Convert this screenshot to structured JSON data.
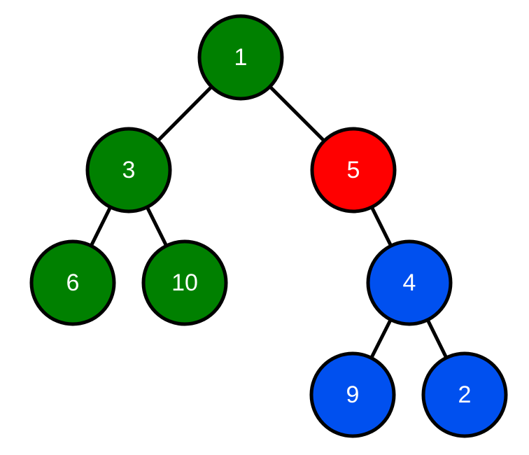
{
  "tree": {
    "colors": {
      "green": "#008000",
      "red": "#ff0000",
      "blue": "#0050ef",
      "outline": "#000000",
      "label": "#ffffff"
    },
    "nodes": [
      {
        "id": "n1",
        "label": "1",
        "color": "green"
      },
      {
        "id": "n3",
        "label": "3",
        "color": "green"
      },
      {
        "id": "n5",
        "label": "5",
        "color": "red"
      },
      {
        "id": "n6",
        "label": "6",
        "color": "green"
      },
      {
        "id": "n10",
        "label": "10",
        "color": "green"
      },
      {
        "id": "n4",
        "label": "4",
        "color": "blue"
      },
      {
        "id": "n9",
        "label": "9",
        "color": "blue"
      },
      {
        "id": "n2",
        "label": "2",
        "color": "blue"
      }
    ],
    "edges": [
      {
        "from": "n1",
        "to": "n3"
      },
      {
        "from": "n1",
        "to": "n5"
      },
      {
        "from": "n3",
        "to": "n6"
      },
      {
        "from": "n3",
        "to": "n10"
      },
      {
        "from": "n5",
        "to": "n4"
      },
      {
        "from": "n4",
        "to": "n9"
      },
      {
        "from": "n4",
        "to": "n2"
      }
    ]
  }
}
